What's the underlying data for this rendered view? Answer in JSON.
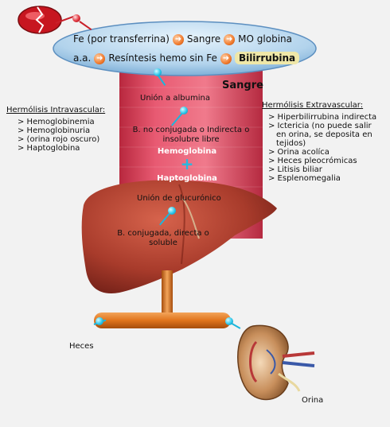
{
  "bubble": {
    "row1": [
      "Fe (por transferrina)",
      "Sangre",
      "MO globina"
    ],
    "row2": [
      "a.a.",
      "Resíntesis hemo sin Fe",
      "Bilirrubina"
    ]
  },
  "sangre_title": "Sangre",
  "left": {
    "heading": "Hermólisis Intravascular:",
    "items": [
      "> Hemoglobinemia",
      "> Hemoglobinuria",
      "> (orina rojo oscuro)",
      "> Haptoglobina"
    ]
  },
  "right": {
    "heading": "Hermólisis Extravascular:",
    "items": [
      "> Hiperbilirrubina indirecta",
      "> Ictericia (no puede salir en orina, se deposita en tejidos)",
      "> Orina acolíca",
      "> Heces pleocrómicas",
      "> Litisis biliar",
      "> Esplenomegalia"
    ]
  },
  "vessel": {
    "albumina": "Unión a albumina",
    "no_conjugada": "B. no conjugada o Indirecta o insolubre libre",
    "hemoglobina": "Hemoglobina",
    "plus": "+",
    "haptoglobina": "Haptoglobina",
    "glucuronico": "Unión de glucurónico"
  },
  "liver": {
    "conjugada": "B. conjugada, directa o soluble"
  },
  "heces": "Heces",
  "orina": "Orina",
  "colors": {
    "vessel": "#e6506a",
    "liver": "#a73a2c",
    "bubble": "#a9cde8",
    "accent": "#f07a2d",
    "pin": "#29c6ea"
  }
}
